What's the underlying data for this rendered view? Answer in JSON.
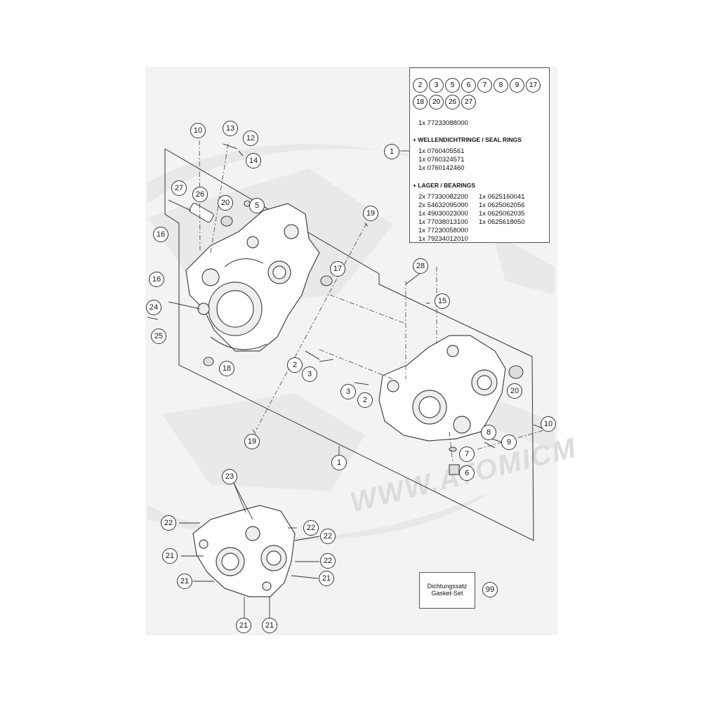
{
  "watermark": "WWW.ATOMICM",
  "parts_box": {
    "circle_row1": [
      "2",
      "3",
      "5",
      "6",
      "7",
      "8",
      "9",
      "17"
    ],
    "circle_row2": [
      "18",
      "20",
      "26",
      "27"
    ],
    "kit_part": "1x 77233088000",
    "seal_heading": "+ WELLENDICHTRINGE / SEAL RINGS",
    "seal_parts": [
      "1x 0760405561",
      "1x 0760324571",
      "1x 0760142460"
    ],
    "bearing_heading": "+ LAGER / BEARINGS",
    "bearing_col1": [
      "2x 77330082200",
      "2x 54632095000",
      "1x 49030023000",
      "1x 77038013100",
      "1x 77230058000",
      "1x 79234012010"
    ],
    "bearing_col2": [
      "1x 0625160041",
      "1x 0625062056",
      "1x 0625062035",
      "1x 0625618050"
    ]
  },
  "gasket": {
    "line1": "Dichtungssatz",
    "line2": "Gasket-Set",
    "ref": "99"
  },
  "callouts": [
    {
      "id": "c-1a",
      "label": "1"
    },
    {
      "id": "c-1b",
      "label": "1"
    },
    {
      "id": "c-2a",
      "label": "2"
    },
    {
      "id": "c-2b",
      "label": "2"
    },
    {
      "id": "c-3a",
      "label": "3"
    },
    {
      "id": "c-3b",
      "label": "3"
    },
    {
      "id": "c-5",
      "label": "5"
    },
    {
      "id": "c-6",
      "label": "6"
    },
    {
      "id": "c-7",
      "label": "7"
    },
    {
      "id": "c-8",
      "label": "8"
    },
    {
      "id": "c-9",
      "label": "9"
    },
    {
      "id": "c-10a",
      "label": "10"
    },
    {
      "id": "c-10b",
      "label": "10"
    },
    {
      "id": "c-12",
      "label": "12"
    },
    {
      "id": "c-13",
      "label": "13"
    },
    {
      "id": "c-14",
      "label": "14"
    },
    {
      "id": "c-15",
      "label": "15"
    },
    {
      "id": "c-16a",
      "label": "16"
    },
    {
      "id": "c-16b",
      "label": "16"
    },
    {
      "id": "c-17",
      "label": "17"
    },
    {
      "id": "c-18",
      "label": "18"
    },
    {
      "id": "c-19a",
      "label": "19"
    },
    {
      "id": "c-19b",
      "label": "19"
    },
    {
      "id": "c-20a",
      "label": "20"
    },
    {
      "id": "c-20b",
      "label": "20"
    },
    {
      "id": "c-21a",
      "label": "21"
    },
    {
      "id": "c-21b",
      "label": "21"
    },
    {
      "id": "c-21c",
      "label": "21"
    },
    {
      "id": "c-21d",
      "label": "21"
    },
    {
      "id": "c-21e",
      "label": "21"
    },
    {
      "id": "c-22a",
      "label": "22"
    },
    {
      "id": "c-22b",
      "label": "22"
    },
    {
      "id": "c-22c",
      "label": "22"
    },
    {
      "id": "c-22d",
      "label": "22"
    },
    {
      "id": "c-23",
      "label": "23"
    },
    {
      "id": "c-24",
      "label": "24"
    },
    {
      "id": "c-25",
      "label": "25"
    },
    {
      "id": "c-26",
      "label": "26"
    },
    {
      "id": "c-27",
      "label": "27"
    },
    {
      "id": "c-28",
      "label": "28"
    }
  ]
}
